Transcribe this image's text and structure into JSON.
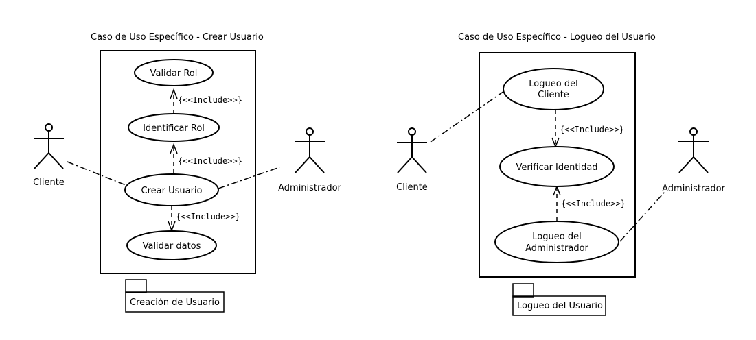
{
  "left": {
    "title": "Caso de Uso Específico - Crear Usuario",
    "package": "Creación de Usuario",
    "actors": {
      "cliente": "Cliente",
      "admin": "Administrador"
    },
    "usecases": {
      "validar_rol": "Validar Rol",
      "identificar_rol": "Identificar Rol",
      "crear_usuario": "Crear Usuario",
      "validar_datos": "Validar datos"
    },
    "include": "{<<Include>>}"
  },
  "right": {
    "title": "Caso de Uso Específico - Logueo del Usuario",
    "package": "Logueo del Usuario",
    "actors": {
      "cliente": "Cliente",
      "admin": "Administrador"
    },
    "usecases": {
      "logueo_cliente_1": "Logueo del",
      "logueo_cliente_2": "Cliente",
      "verificar": "Verificar Identidad",
      "logueo_admin_1": "Logueo del",
      "logueo_admin_2": "Administrador"
    },
    "include": "{<<Include>>}"
  }
}
